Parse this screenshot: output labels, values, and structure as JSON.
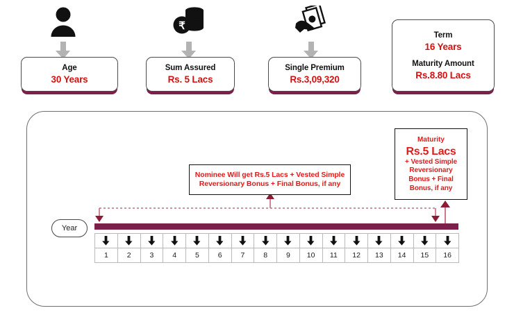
{
  "top_cards": [
    {
      "icon": "person-icon",
      "label": "Age",
      "value": "30 Years",
      "label2": "",
      "value2": ""
    },
    {
      "icon": "coins-rupee-icon",
      "label": "Sum Assured",
      "value": "Rs. 5 Lacs",
      "label2": "",
      "value2": ""
    },
    {
      "icon": "cash-hand-icon",
      "label": "Single Premium",
      "value": "Rs.3,09,320",
      "label2": "",
      "value2": ""
    },
    {
      "icon": "",
      "label": "Term",
      "value": "16 Years",
      "label2": "Maturity Amount",
      "value2": "Rs.8.80 Lacs"
    }
  ],
  "nominee_callout": {
    "line1": "Nominee Will get Rs.5 Lacs + Vested Simple",
    "line2": "Reversionary Bonus + Final Bonus, if any"
  },
  "maturity_callout": {
    "title": "Maturity",
    "amount": "Rs.5 Lacs",
    "line1": "+ Vested Simple",
    "line2": "Reversionary",
    "line3": "Bonus + Final",
    "line4": "Bonus, if any"
  },
  "timeline": {
    "axis_label": "Year",
    "years": [
      "1",
      "2",
      "3",
      "4",
      "5",
      "6",
      "7",
      "8",
      "9",
      "10",
      "11",
      "12",
      "13",
      "14",
      "15",
      "16"
    ]
  },
  "colors": {
    "accent_maroon": "#7b1f4b",
    "value_red": "#d21212",
    "callout_red": "#e01b1b",
    "icon_black": "#111111",
    "arrow_gray": "#b3b3b3",
    "panel_border": "#6e6e6e"
  }
}
